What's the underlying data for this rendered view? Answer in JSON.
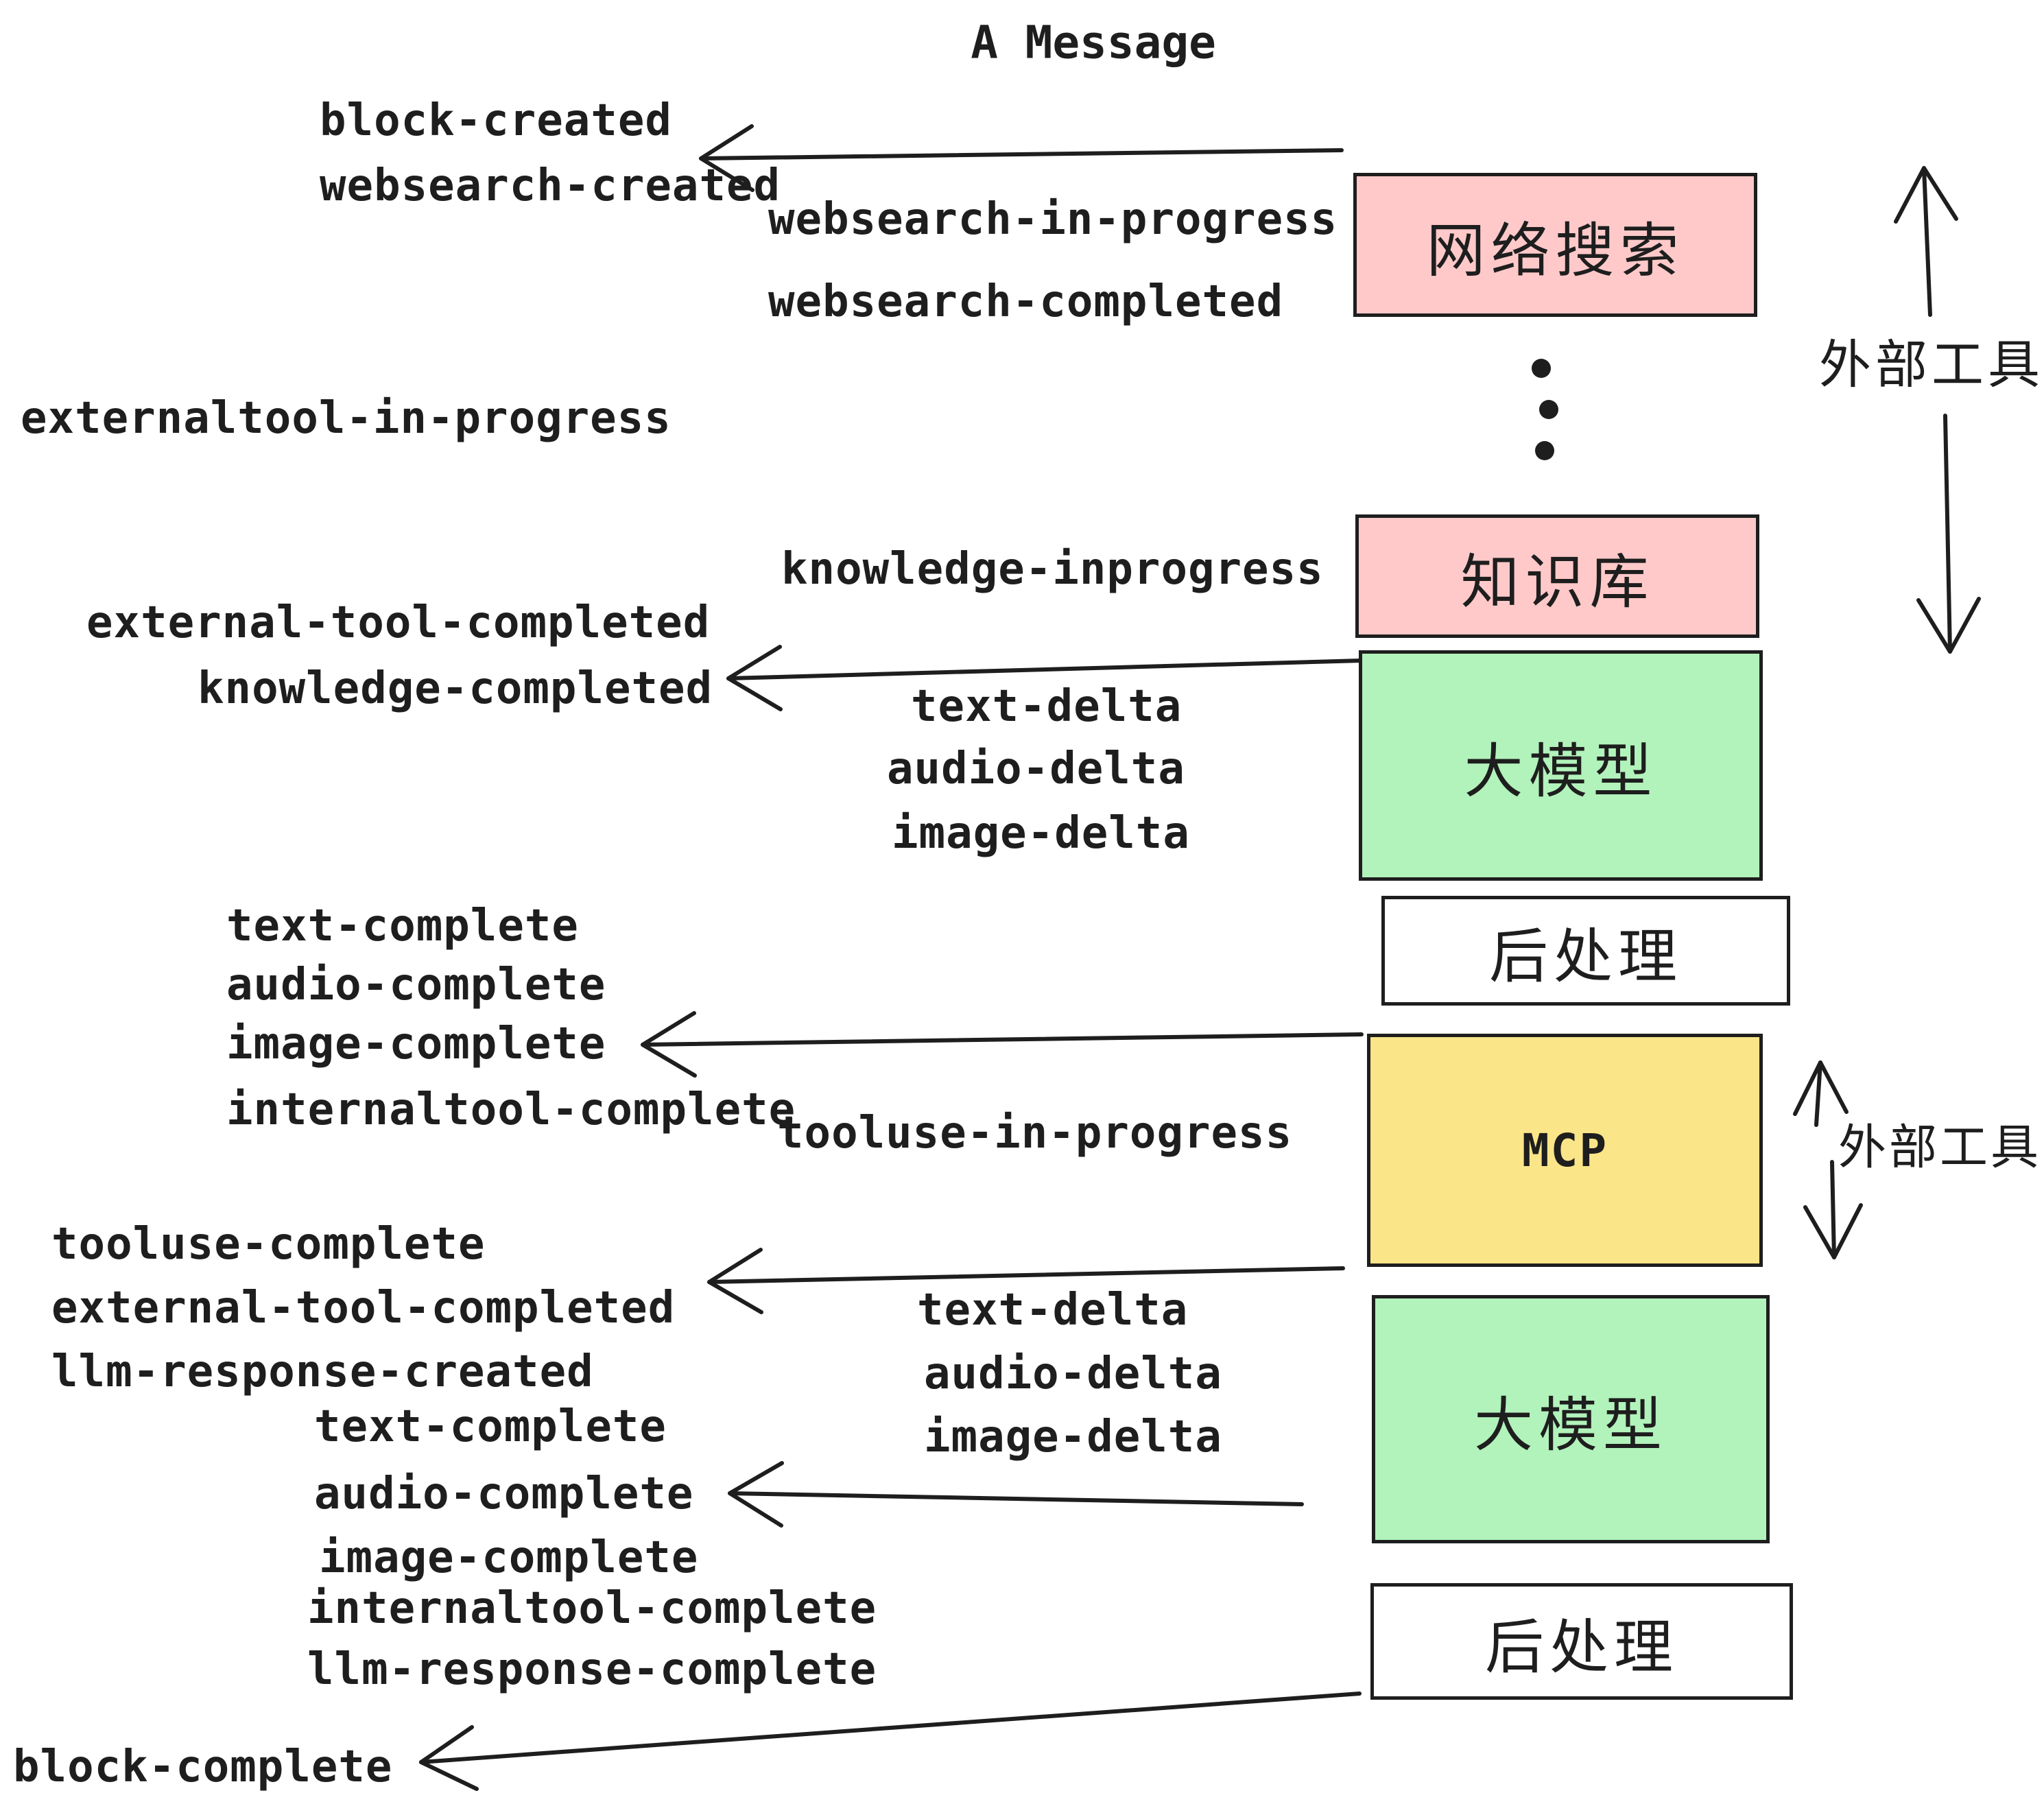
{
  "title": "A Message",
  "colors": {
    "ink": "#1e1e1e",
    "box_pink": "#ffc9c9",
    "box_green": "#b2f2bb",
    "box_yellow": "#fae588",
    "box_white": "#ffffff",
    "background": "#ffffff"
  },
  "events": [
    {
      "text": "block-created"
    },
    {
      "text": "websearch-created"
    },
    {
      "text": "websearch-in-progress"
    },
    {
      "text": "websearch-completed"
    },
    {
      "text": "externaltool-in-progress"
    },
    {
      "text": "knowledge-inprogress"
    },
    {
      "text": "external-tool-completed"
    },
    {
      "text": "knowledge-completed"
    },
    {
      "text": "text-delta"
    },
    {
      "text": "audio-delta"
    },
    {
      "text": "image-delta"
    },
    {
      "text": "text-complete"
    },
    {
      "text": "audio-complete"
    },
    {
      "text": "image-complete"
    },
    {
      "text": "internaltool-complete"
    },
    {
      "text": "tooluse-in-progress"
    },
    {
      "text": "tooluse-complete"
    },
    {
      "text": "external-tool-completed"
    },
    {
      "text": "llm-response-created"
    },
    {
      "text": "text-complete"
    },
    {
      "text": "audio-complete"
    },
    {
      "text": "text-delta"
    },
    {
      "text": "audio-delta"
    },
    {
      "text": "image-delta"
    },
    {
      "text": "image-complete"
    },
    {
      "text": "internaltool-complete"
    },
    {
      "text": "llm-response-complete"
    },
    {
      "text": "block-complete"
    }
  ],
  "boxes": [
    {
      "label": "网络搜索",
      "fill": "#ffc9c9"
    },
    {
      "label": "知识库",
      "fill": "#ffc9c9"
    },
    {
      "label": "大模型",
      "fill": "#b2f2bb"
    },
    {
      "label": "后处理",
      "fill": "#ffffff"
    },
    {
      "label": "MCP",
      "fill": "#fae588"
    },
    {
      "label": "大模型",
      "fill": "#b2f2bb"
    },
    {
      "label": "后处理",
      "fill": "#ffffff"
    }
  ],
  "annotations": [
    {
      "label": "外部工具"
    },
    {
      "label": "外部工具"
    }
  ],
  "icons": {
    "vertical_ellipsis": "⋮"
  }
}
